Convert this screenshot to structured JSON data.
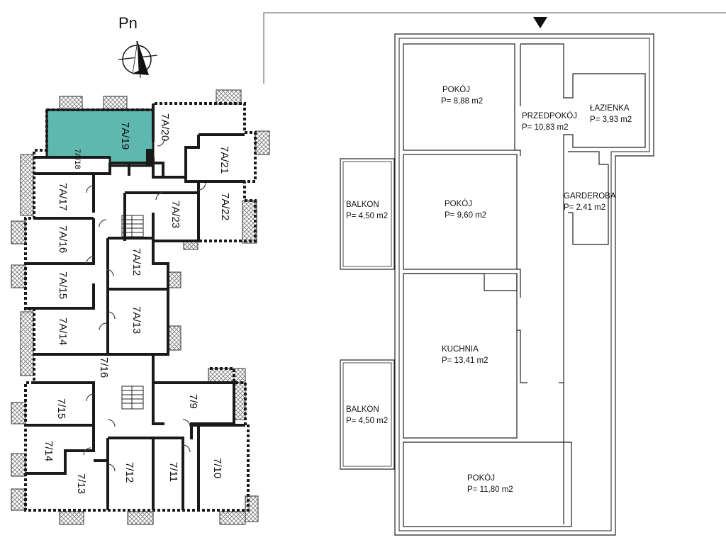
{
  "compass": {
    "label": "Pn"
  },
  "site_plan": {
    "highlight_color": "#5fb8ae",
    "units": {
      "u7a19": "7A/19",
      "u7a20": "7A/20",
      "u7a18": "7A/18",
      "u7a21": "7A/21",
      "u7a17": "7A/17",
      "u7a23": "7A/23",
      "u7a22": "7A/22",
      "u7a16": "7A/16",
      "u7a12": "7A/12",
      "u7a15": "7A/15",
      "u7a13": "7A/13",
      "u7a14": "7A/14",
      "u716": "7/16",
      "u715": "7/15",
      "u79": "7/9",
      "u714": "7/14",
      "u713": "7/13",
      "u712": "7/12",
      "u711": "7/11",
      "u710": "7/10"
    }
  },
  "apartment": {
    "rooms": [
      {
        "name": "POKÓJ",
        "area": "P= 8,88 m2"
      },
      {
        "name": "PRZEDPOKÓJ",
        "area": "P= 10,83 m2"
      },
      {
        "name": "ŁAZIENKA",
        "area": "P= 3,93 m2"
      },
      {
        "name": "POKÓJ",
        "area": "P= 9,60 m2"
      },
      {
        "name": "GARDEROBA",
        "area": "P= 2,41 m2"
      },
      {
        "name": "BALKON",
        "area": "P= 4,50 m2"
      },
      {
        "name": "KUCHNIA",
        "area": "P= 13,41 m2"
      },
      {
        "name": "BALKON",
        "area": "P= 4,50 m2"
      },
      {
        "name": "POKÓJ",
        "area": "P= 11,80 m2"
      }
    ]
  }
}
